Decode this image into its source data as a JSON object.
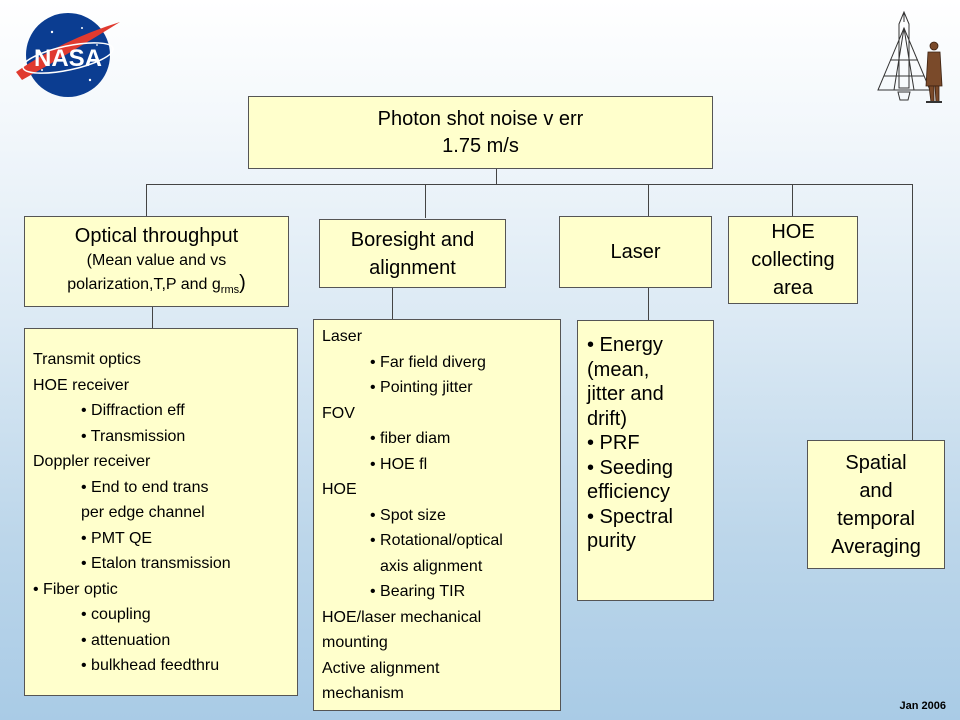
{
  "logo": {
    "text": "NASA"
  },
  "root": {
    "line1": "Photon shot noise v err",
    "line2": "1.75 m/s"
  },
  "optical": {
    "title": "Optical throughput",
    "sub1": "(Mean value and vs",
    "sub2_pre": "polarization,T,P and g",
    "sub2_sub": "rms",
    "sub2_post": ")",
    "items": [
      "Transmit optics",
      "HOE receiver",
      "• Diffraction eff",
      "• Transmission",
      "Doppler receiver",
      "• End to end trans",
      "per edge channel",
      "• PMT QE",
      "• Etalon transmission",
      "• Fiber optic",
      "• coupling",
      "• attenuation",
      "• bulkhead feedthru"
    ]
  },
  "boresight": {
    "title_line1": "Boresight and",
    "title_line2": "alignment",
    "items": [
      "Laser",
      "• Far field diverg",
      "• Pointing jitter",
      "FOV",
      "• fiber diam",
      "• HOE fl",
      "HOE",
      "• Spot size",
      "• Rotational/optical",
      "axis alignment",
      "• Bearing TIR",
      "HOE/laser mechanical",
      "mounting",
      "Active alignment",
      "mechanism"
    ]
  },
  "laser": {
    "title": "Laser",
    "items": [
      "• Energy",
      "(mean,",
      "jitter and",
      "drift)",
      "• PRF",
      "• Seeding",
      "efficiency",
      "• Spectral",
      "purity"
    ]
  },
  "hoe": {
    "line1": "HOE",
    "line2": "collecting",
    "line3": "area"
  },
  "spatial": {
    "line1": "Spatial",
    "line2": "and",
    "line3": "temporal",
    "line4": "Averaging"
  },
  "footer": {
    "date": "Jan 2006"
  }
}
